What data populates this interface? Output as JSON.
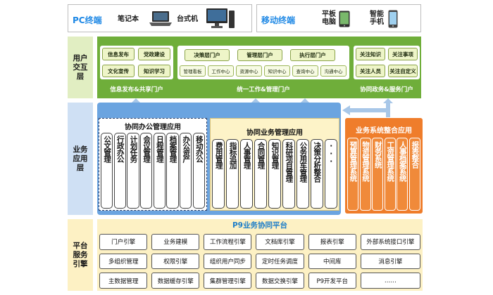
{
  "devices": {
    "pc": {
      "title": "PC终端",
      "notebook": "笔记本",
      "desktop": "台式机"
    },
    "mobile": {
      "title": "移动终端",
      "tablet": "平板\n电脑",
      "phone": "智能\n手机"
    }
  },
  "layers": {
    "user": "用户\n交互\n层",
    "business": "业务\n应用\n层",
    "platform": "平台\n服务\n引擎"
  },
  "user_layer": {
    "info_buttons": [
      "信息发布",
      "党政建设",
      "文化宣传",
      "知识学习"
    ],
    "info_caption": "信息发布&共享门户",
    "portal_buttons": [
      "决策层门户",
      "管理层门户",
      "执行层门户"
    ],
    "portal_small": [
      "管理看板",
      "工作中心",
      "资源中心",
      "知识中心",
      "查询中心",
      "沟通中心"
    ],
    "portal_caption": "统一工作&管理门户",
    "cs_buttons": [
      "关注知识",
      "关注事项",
      "关注人员",
      "关注自定义"
    ],
    "cs_caption": "协同政务&服务门户"
  },
  "business_layer": {
    "office_title": "协同办公管理应用",
    "office_cols": [
      "公文管理",
      "行政办公",
      "计划任务",
      "会议管理",
      "日程管理",
      "档案管理",
      "办公资产",
      "移动办公"
    ],
    "biz_title": "协同业务管理应用",
    "biz_cols": [
      "费用管理",
      "指标追加",
      "人事管理",
      "合同管理",
      "知识管理",
      "科研项目管理",
      "公务用车管理",
      "决策分析整合",
      "···"
    ],
    "integration_title": "业务系统整合应用",
    "integration_cols": [
      "预算管理系统",
      "物资管理系统",
      "财务系统",
      "工资管理系统",
      "人事档案系统",
      "报表整合"
    ]
  },
  "platform": {
    "title": "P9业务协同平台",
    "rows": [
      [
        "门户引擎",
        "业务建模",
        "工作流程引擎",
        "文档库引擎",
        "报表引擎",
        "外部系统接口引擎"
      ],
      [
        "多组织管理",
        "权限引擎",
        "组织用户同步",
        "定时任务调度",
        "中间库",
        "消息引擎"
      ],
      [
        "主数据管理",
        "数据缓存引擎",
        "集群管理引擎",
        "数据交换引擎",
        "P9开发平台",
        "……"
      ]
    ]
  }
}
